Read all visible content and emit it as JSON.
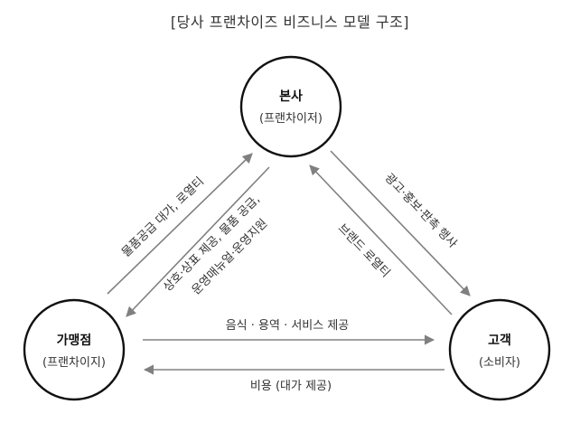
{
  "title": "[당사 프랜차이즈 비즈니스 모델 구조]",
  "nodes": {
    "hq": {
      "name": "본사",
      "sub": "(프랜차이저)"
    },
    "franchisee": {
      "name": "가맹점",
      "sub": "(프랜차이지)"
    },
    "customer": {
      "name": "고객",
      "sub": "(소비자)"
    }
  },
  "edges": {
    "franchisee_to_hq": "물품공급 대가, 로열티",
    "hq_to_franchisee_1": "상호·상표 제공, 물품 공급,",
    "hq_to_franchisee_2": "운영매뉴얼·운영지원",
    "hq_to_customer": "광고·홍보·판촉 행사",
    "customer_to_hq": "브랜드 로열티",
    "franchisee_to_customer": "음식 · 용역 · 서비스  제공",
    "customer_to_franchisee": "비용 (대가 제공)"
  },
  "colors": {
    "arrow": "#808080",
    "circle": "#111111"
  }
}
